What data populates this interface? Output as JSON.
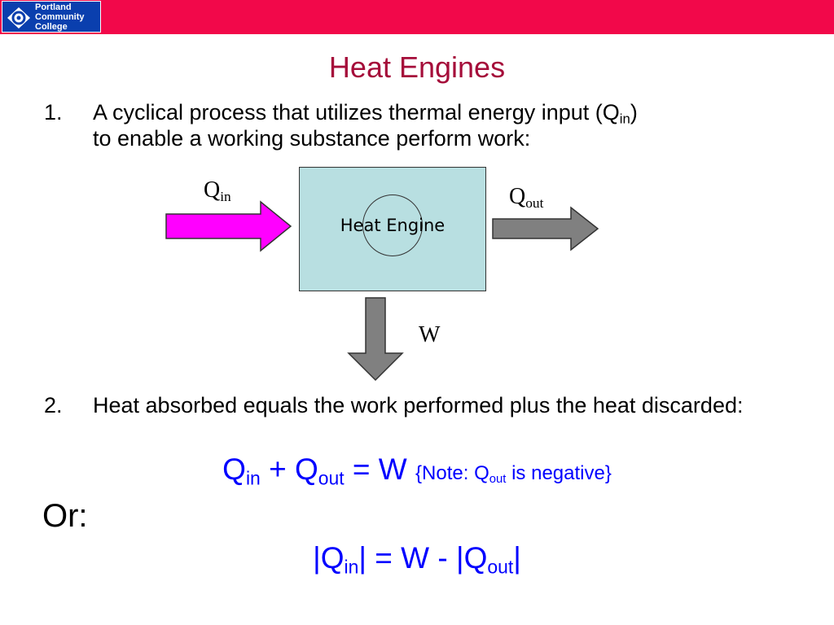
{
  "header": {
    "logo_lines": [
      "Portland",
      "Community",
      "College"
    ]
  },
  "title": "Heat Engines",
  "item1": {
    "number": "1.",
    "text_a": "A cyclical process that utilizes thermal energy input (Q",
    "text_sub": "in",
    "text_b": ")",
    "text_line2": "to enable a working substance perform work:"
  },
  "diagram": {
    "qin_main": "Q",
    "qin_sub": "in",
    "qout_main": "Q",
    "qout_sub": "out",
    "w_label": "W",
    "engine_label": "Heat Engine",
    "colors": {
      "qin_arrow": "#ff00ff",
      "qout_arrow": "#808080",
      "w_arrow": "#808080",
      "engine_fill": "#b8dfe1"
    }
  },
  "item2": {
    "number": "2.",
    "text": "Heat absorbed equals the work performed plus the heat discarded:"
  },
  "equation1": {
    "q1": "Q",
    "q1_sub": "in",
    "plus": " + ",
    "q2": "Q",
    "q2_sub": "out",
    "eq": " = W ",
    "note_a": "{Note: Q",
    "note_sub": "out",
    "note_b": " is negative}"
  },
  "or_label": "Or:",
  "equation2": {
    "a": "|Q",
    "a_sub": "in",
    "b": "| = W - |Q",
    "b_sub": "out",
    "c": "|"
  },
  "colors": {
    "header_bar": "#f2084a",
    "logo_bg": "#0a3fae",
    "title": "#a50d3a",
    "equation": "#0000ff"
  }
}
